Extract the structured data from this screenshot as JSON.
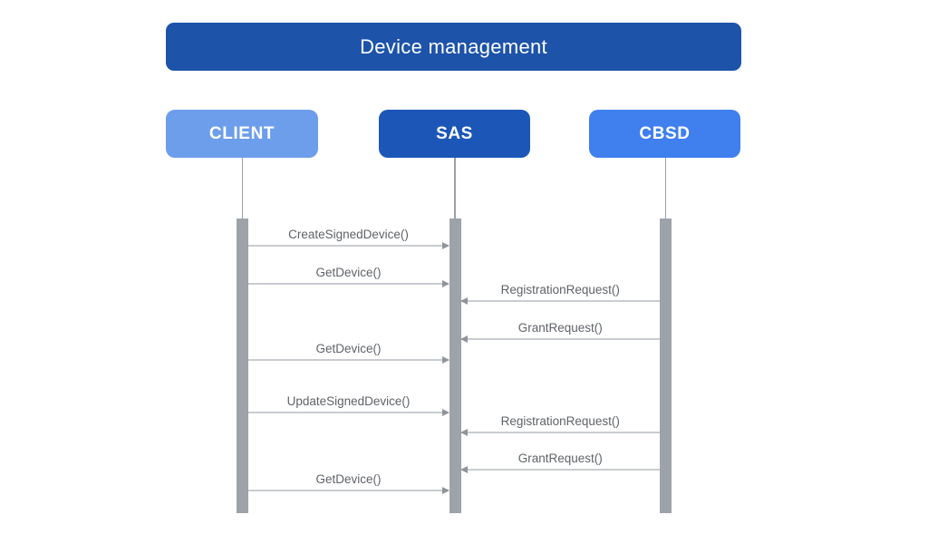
{
  "diagram": {
    "type": "sequence-diagram",
    "title": "Device management",
    "actors": [
      {
        "id": "client",
        "label": "CLIENT",
        "color": "#6d9eeb"
      },
      {
        "id": "sas",
        "label": "SAS",
        "color": "#1c57b8"
      },
      {
        "id": "cbsd",
        "label": "CBSD",
        "color": "#3f7fee"
      }
    ],
    "messages": [
      {
        "label": "CreateSignedDevice()",
        "from": "CLIENT",
        "to": "SAS"
      },
      {
        "label": "GetDevice()",
        "from": "CLIENT",
        "to": "SAS"
      },
      {
        "label": "RegistrationRequest()",
        "from": "CBSD",
        "to": "SAS"
      },
      {
        "label": "GrantRequest()",
        "from": "CBSD",
        "to": "SAS"
      },
      {
        "label": "GetDevice()",
        "from": "CLIENT",
        "to": "SAS"
      },
      {
        "label": "UpdateSignedDevice()",
        "from": "CLIENT",
        "to": "SAS"
      },
      {
        "label": "RegistrationRequest()",
        "from": "CBSD",
        "to": "SAS"
      },
      {
        "label": "GrantRequest()",
        "from": "CBSD",
        "to": "SAS"
      },
      {
        "label": "GetDevice()",
        "from": "CLIENT",
        "to": "SAS"
      }
    ],
    "colors": {
      "background": "#ffffff",
      "title_bg": "#1d53a9",
      "title_text": "#ffffff",
      "client_bg": "#6d9eeb",
      "sas_bg": "#1c57b8",
      "cbsd_bg": "#3f7fee",
      "actor_text": "#ffffff",
      "lifeline": "#9aa0a6",
      "activation_bar": "#9ea3aa",
      "arrow_line": "#c9ccd0",
      "arrow_head": "#8f949b",
      "message_text": "#5f6368"
    }
  }
}
